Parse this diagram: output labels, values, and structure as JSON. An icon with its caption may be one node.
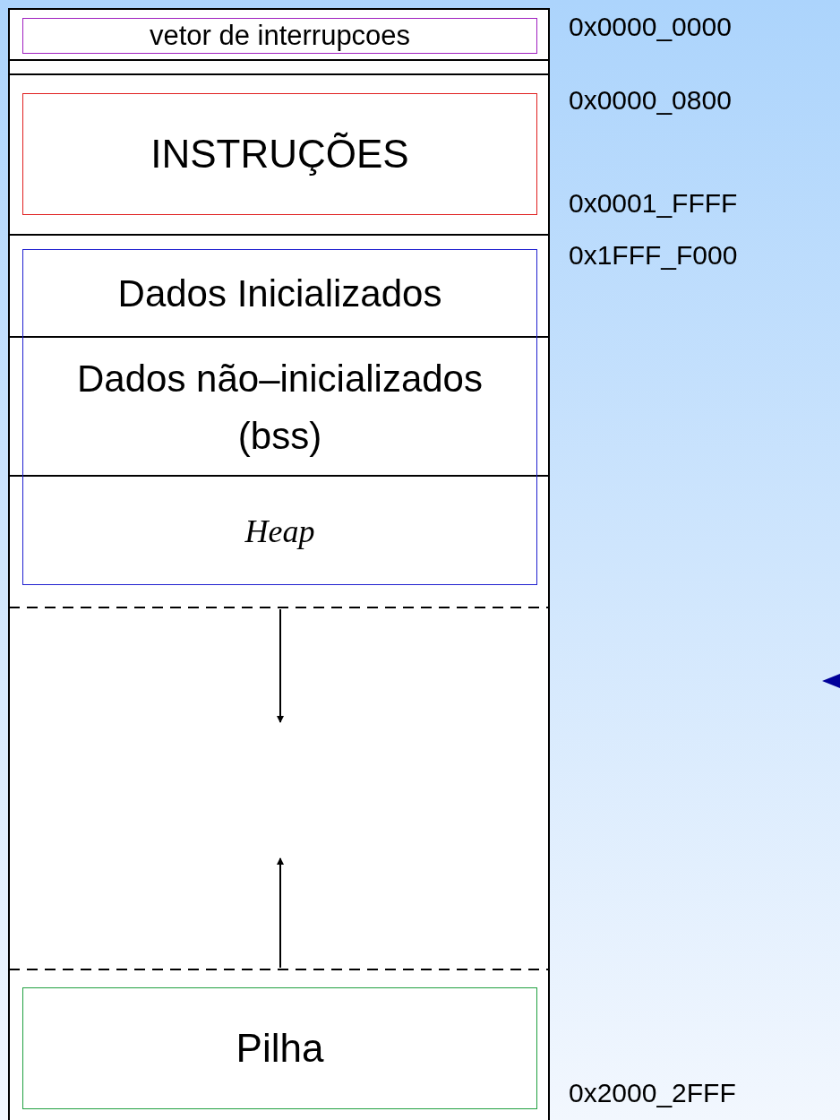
{
  "diagram": {
    "nodes": [
      {
        "text": [
          "vetor de interrupcoes"
        ]
      },
      {
        "text": [
          "INSTRUÇÕES"
        ]
      },
      {
        "text": [],
        "shape": "box"
      },
      {
        "text": [
          "Dados Inicializados"
        ],
        "in": 2
      },
      {
        "text": [
          "Dados não–inicializados (bss)"
        ],
        "in": 2
      },
      {
        "text": [
          "Heap"
        ],
        "in": 2
      },
      {
        "text": [
          "Pilha"
        ]
      }
    ],
    "labels": [
      "0x0000_0000",
      "0x0000_0800",
      "0x0001_FFFF",
      "0x1FFF_F000",
      "0x2000_2FFF"
    ]
  }
}
